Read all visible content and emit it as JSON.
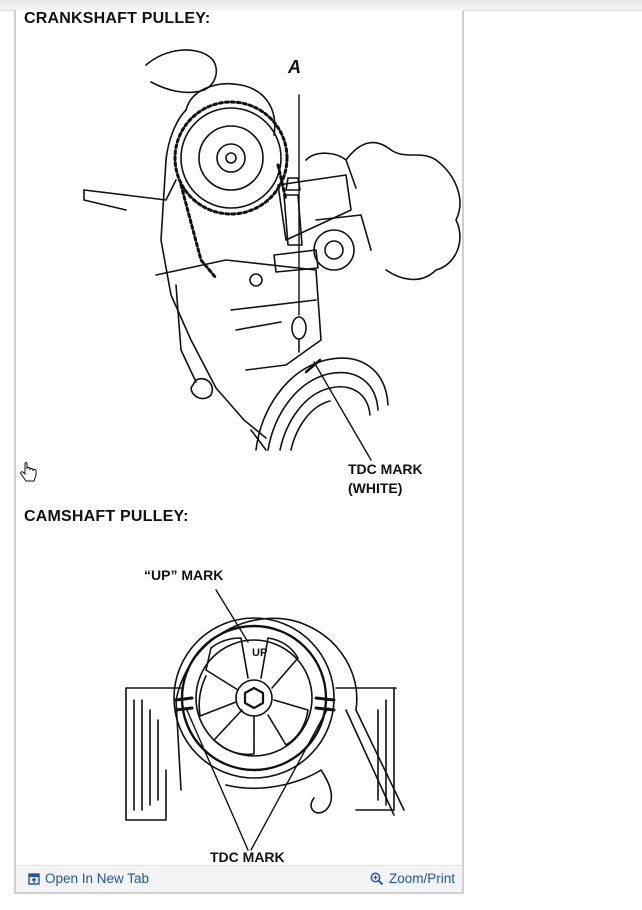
{
  "sections": {
    "crankshaft_title": "CRANKSHAFT PULLEY:",
    "crankshaft_tdc_line1": "TDC MARK",
    "crankshaft_tdc_line2": "(WHITE)",
    "crankshaft_pointer": "A",
    "camshaft_title": "CAMSHAFT PULLEY:",
    "camshaft_up_mark": "“UP” MARK",
    "camshaft_up_text": "UP",
    "camshaft_tdc": "TDC MARK"
  },
  "footer": {
    "open_new_tab": "Open In New Tab",
    "zoom_print": "Zoom/Print",
    "link_color": "#1f56a8"
  },
  "icons": [
    "open-new-tab-icon",
    "zoom-icon",
    "hand-cursor-icon"
  ]
}
